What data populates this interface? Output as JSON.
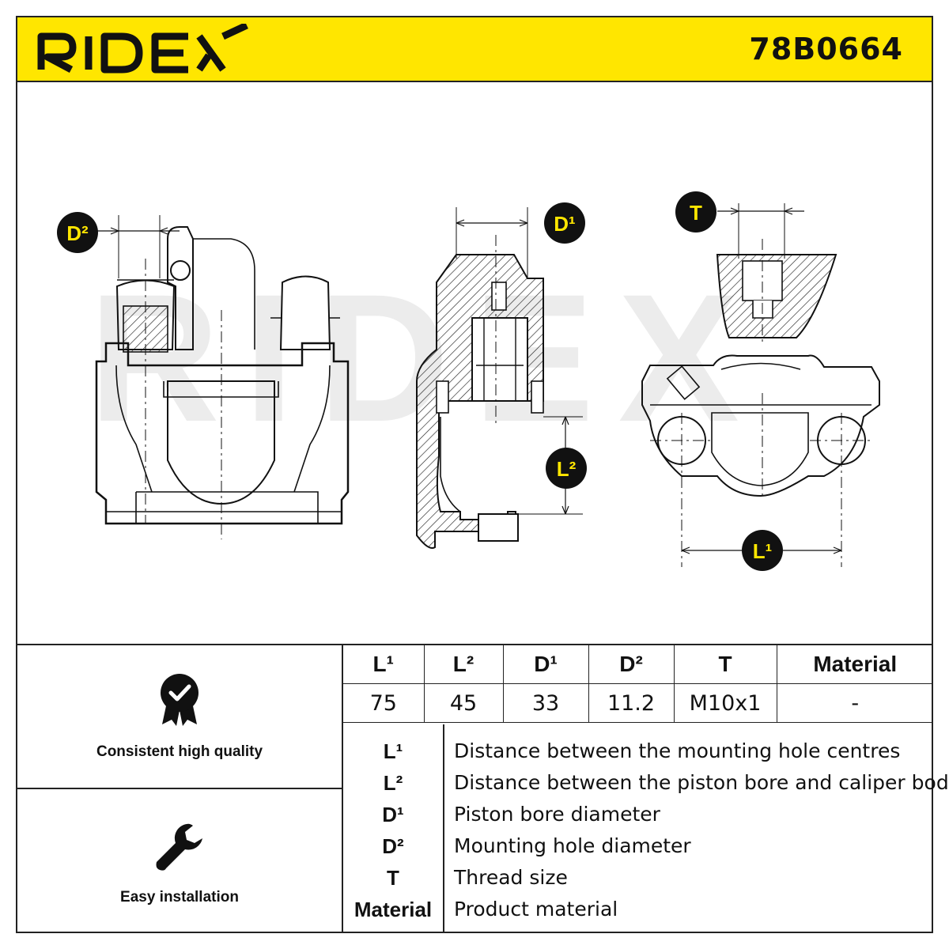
{
  "header": {
    "brand": "RIDEX",
    "part_number": "78B0664"
  },
  "colors": {
    "brand_yellow": "#ffe600",
    "ink": "#111111",
    "watermark": "#e8e8e8"
  },
  "drawing": {
    "watermark_text": "RIDEX",
    "callouts": {
      "d2": "D²",
      "d1": "D¹",
      "t": "T",
      "l2": "L²",
      "l1": "L¹"
    }
  },
  "features": [
    {
      "icon": "quality-badge-icon",
      "label": "Consistent high quality"
    },
    {
      "icon": "wrench-icon",
      "label": "Easy installation"
    }
  ],
  "dimensions": {
    "headers": [
      "L¹",
      "L²",
      "D¹",
      "D²",
      "T",
      "Material"
    ],
    "values": [
      "75",
      "45",
      "33",
      "11.2",
      "M10x1",
      "-"
    ]
  },
  "legend": [
    {
      "key": "L¹",
      "text": "Distance between the mounting hole centres"
    },
    {
      "key": "L²",
      "text": "Distance between the piston bore and caliper body"
    },
    {
      "key": "D¹",
      "text": "Piston bore diameter"
    },
    {
      "key": "D²",
      "text": "Mounting hole diameter"
    },
    {
      "key": "T",
      "text": "Thread size"
    },
    {
      "key": "Material",
      "text": "Product material"
    }
  ]
}
